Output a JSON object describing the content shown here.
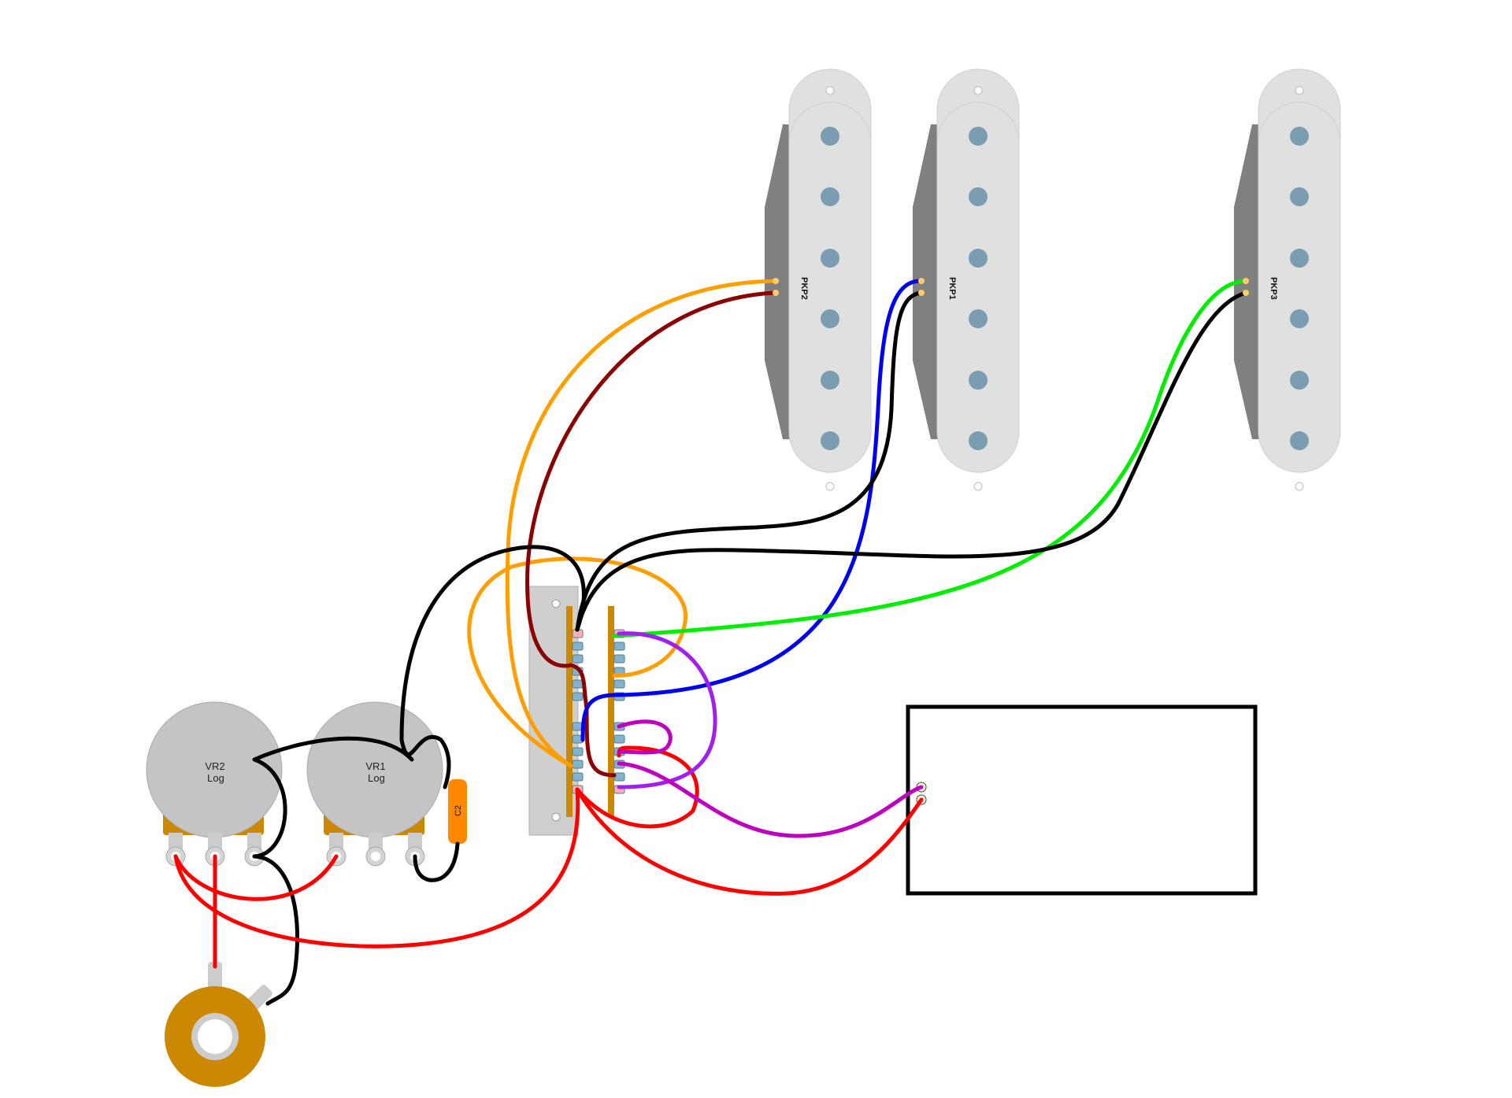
{
  "diagram": {
    "pickups": [
      {
        "id": "pkp2",
        "label": "PKP2"
      },
      {
        "id": "pkp1",
        "label": "PKP1"
      },
      {
        "id": "pkp3",
        "label": "PKP3"
      }
    ],
    "pots": [
      {
        "id": "vr2",
        "label": "VR2",
        "taper": "Log"
      },
      {
        "id": "vr1",
        "label": "VR1",
        "taper": "Log"
      }
    ],
    "capacitor": {
      "label": "C2"
    },
    "wire_colors": {
      "orange": "#ff9e00",
      "dark_red": "#8b0000",
      "blue": "#0000ee",
      "black": "#000000",
      "green": "#00ee00",
      "red": "#ff0000",
      "purple": "#a020f0",
      "magenta": "#c000c0"
    },
    "component_colors": {
      "pickup_cover": "#e0e0e0",
      "pickup_base": "#808080",
      "pole_piece": "#7a9db2",
      "pot_body": "#c4c4c4",
      "lug_brass": "#cc8800",
      "switch_plate": "#cfcfcf",
      "capacitor": "#ff8800",
      "jack": "#cc8800"
    }
  }
}
